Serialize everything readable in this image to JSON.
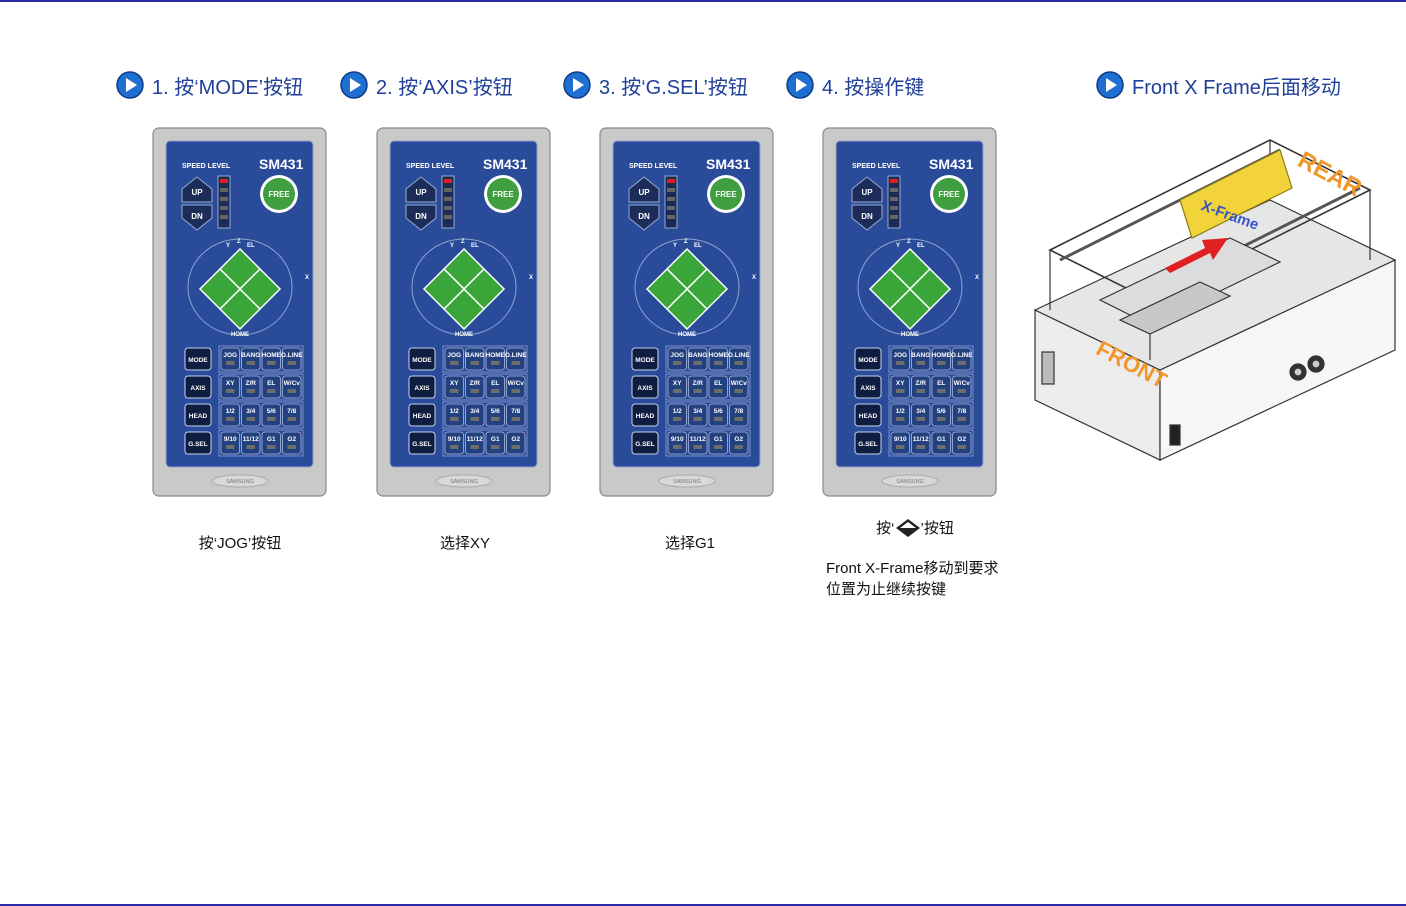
{
  "steps": [
    {
      "title": "1. 按‘MODE’按钮",
      "caption": "按‘JOG’按钮"
    },
    {
      "title": "2. 按‘AXIS’按钮",
      "caption": "选择XY"
    },
    {
      "title": "3. 按‘G.SEL’按钮",
      "caption": "选择G1"
    },
    {
      "title": "4. 按操作键",
      "caption_prefix": "按‘",
      "caption_suffix": "’按钮",
      "note": "Front X-Frame移动到要求位置为止继续按键"
    }
  ],
  "machine_title": "Front X Frame后面移动",
  "machine_labels": {
    "rear": "REAR",
    "front": "FRONT",
    "frame": "X-Frame"
  },
  "panel": {
    "speed_level": "SPEED LEVEL",
    "model": "SM431",
    "up": "UP",
    "dn": "DN",
    "free": "FREE",
    "axis_y": "Y",
    "axis_z": "Z",
    "axis_el": "EL",
    "axis_x": "X",
    "home": "HOME",
    "left_buttons": [
      "MODE",
      "AXIS",
      "HEAD",
      "G.SEL"
    ],
    "mode_keys": [
      "JOG",
      "BANG",
      "HOME",
      "O.LINE"
    ],
    "axis_keys": [
      "XY",
      "Z/R",
      "EL",
      "W/Cv"
    ],
    "head_keys": [
      "1/2",
      "3/4",
      "5/6",
      "7/8"
    ],
    "gsel_keys": [
      "9/10",
      "11/12"
    ],
    "group_keys": [
      "G1",
      "G2"
    ],
    "brand": "SAMSUNG"
  },
  "colors": {
    "title_blue": "#1f3f99",
    "panel_blue": "#2a4b9a",
    "arrow_green": "#3aa63a",
    "free_green": "#3f9e3f",
    "rule_blue": "#2a2aa8",
    "label_orange": "#f0962a",
    "frame_yellow": "#f2d43a",
    "arrow_red": "#e02020"
  }
}
